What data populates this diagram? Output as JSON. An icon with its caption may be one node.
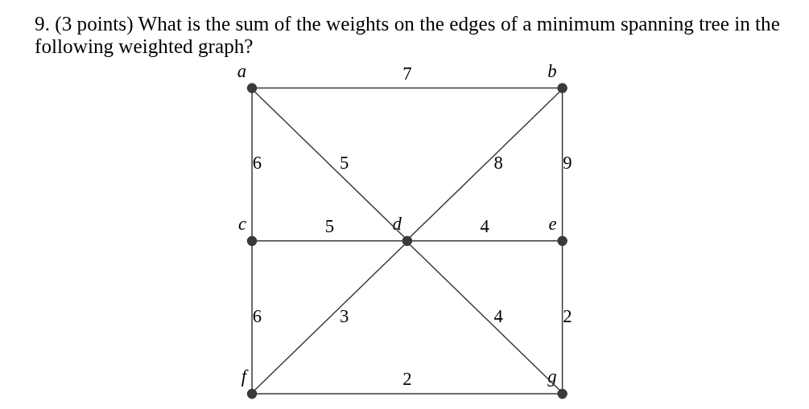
{
  "diagram": {
    "title": "9. (3 points) What is the sum of the weights on the edges of a minimum spanning tree in the following weighted graph?",
    "nodes": [
      {
        "text": [],
        "shape": "circle",
        "beside": [
          "a"
        ]
      },
      {
        "text": [],
        "shape": "circle",
        "beside": [
          "b"
        ]
      },
      {
        "text": [],
        "shape": "circle",
        "beside": [
          "c"
        ]
      },
      {
        "text": [],
        "shape": "circle",
        "beside": [
          "d"
        ]
      },
      {
        "text": [],
        "shape": "circle",
        "beside": [
          "e"
        ]
      },
      {
        "text": [],
        "shape": "circle",
        "beside": [
          "f"
        ]
      },
      {
        "text": [],
        "shape": "circle",
        "beside": [
          "g"
        ]
      }
    ],
    "edges": [
      {
        "from": 0,
        "to": 1,
        "arrow": "none",
        "label": "7"
      },
      {
        "from": 0,
        "to": 2,
        "arrow": "none",
        "label": "6"
      },
      {
        "from": 0,
        "to": 3,
        "arrow": "none",
        "label": "5"
      },
      {
        "from": 1,
        "to": 3,
        "arrow": "none",
        "label": "8"
      },
      {
        "from": 1,
        "to": 4,
        "arrow": "none",
        "label": "9"
      },
      {
        "from": 2,
        "to": 3,
        "arrow": "none",
        "label": "5"
      },
      {
        "from": 3,
        "to": 4,
        "arrow": "none",
        "label": "4"
      },
      {
        "from": 2,
        "to": 5,
        "arrow": "none",
        "label": "6"
      },
      {
        "from": 5,
        "to": 3,
        "arrow": "none",
        "label": "3"
      },
      {
        "from": 3,
        "to": 6,
        "arrow": "none",
        "label": "4"
      },
      {
        "from": 4,
        "to": 6,
        "arrow": "none",
        "label": "2"
      },
      {
        "from": 5,
        "to": 6,
        "arrow": "none",
        "label": "2"
      }
    ]
  }
}
